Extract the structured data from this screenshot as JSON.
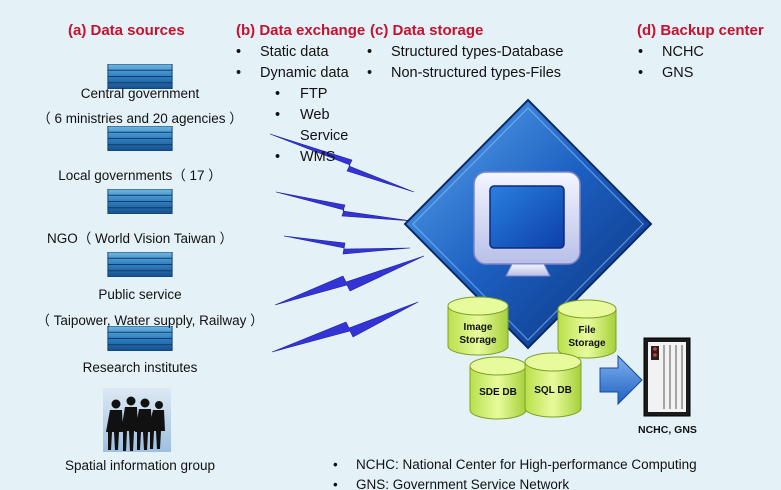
{
  "sections": {
    "sources": {
      "title": "(a) Data sources"
    },
    "exchange": {
      "title": "(b) Data exchange",
      "items": [
        "Static data",
        "Dynamic data"
      ],
      "sub_items": [
        "FTP",
        "Web Service",
        "WMS"
      ]
    },
    "storage": {
      "title": "(c) Data storage",
      "items": [
        "Structured types-Database",
        "Non-structured types-Files"
      ]
    },
    "backup": {
      "title": "(d) Backup center",
      "items": [
        "NCHC",
        "GNS"
      ]
    }
  },
  "sources": [
    {
      "label_line1": "Central government",
      "label_line2": "（ 6 ministries and 20 agencies ）"
    },
    {
      "label_line1": "Local governments（ 17 ）"
    },
    {
      "label_line1": "NGO（ World Vision Taiwan ）"
    },
    {
      "label_line1": "Public service",
      "label_line2": "（ Taipower, Water supply, Railway ）"
    },
    {
      "label_line1": "Research institutes"
    },
    {
      "label_line1": "Spatial information group"
    }
  ],
  "databases": {
    "image": "Image Storage",
    "file": "File Storage",
    "sde": "SDE DB",
    "sql": "SQL DB"
  },
  "backup_server_label": "NCHC, GNS",
  "notes": [
    "NCHC: National Center for High-performance Computing",
    "GNS: Government Service Network"
  ],
  "colors": {
    "title_red": "#c8102e",
    "background": "#e4f2f8",
    "diamond_blue": "#1f5fb4",
    "db_green": "#d6f27a",
    "lightning_blue": "#3a3ad8"
  }
}
